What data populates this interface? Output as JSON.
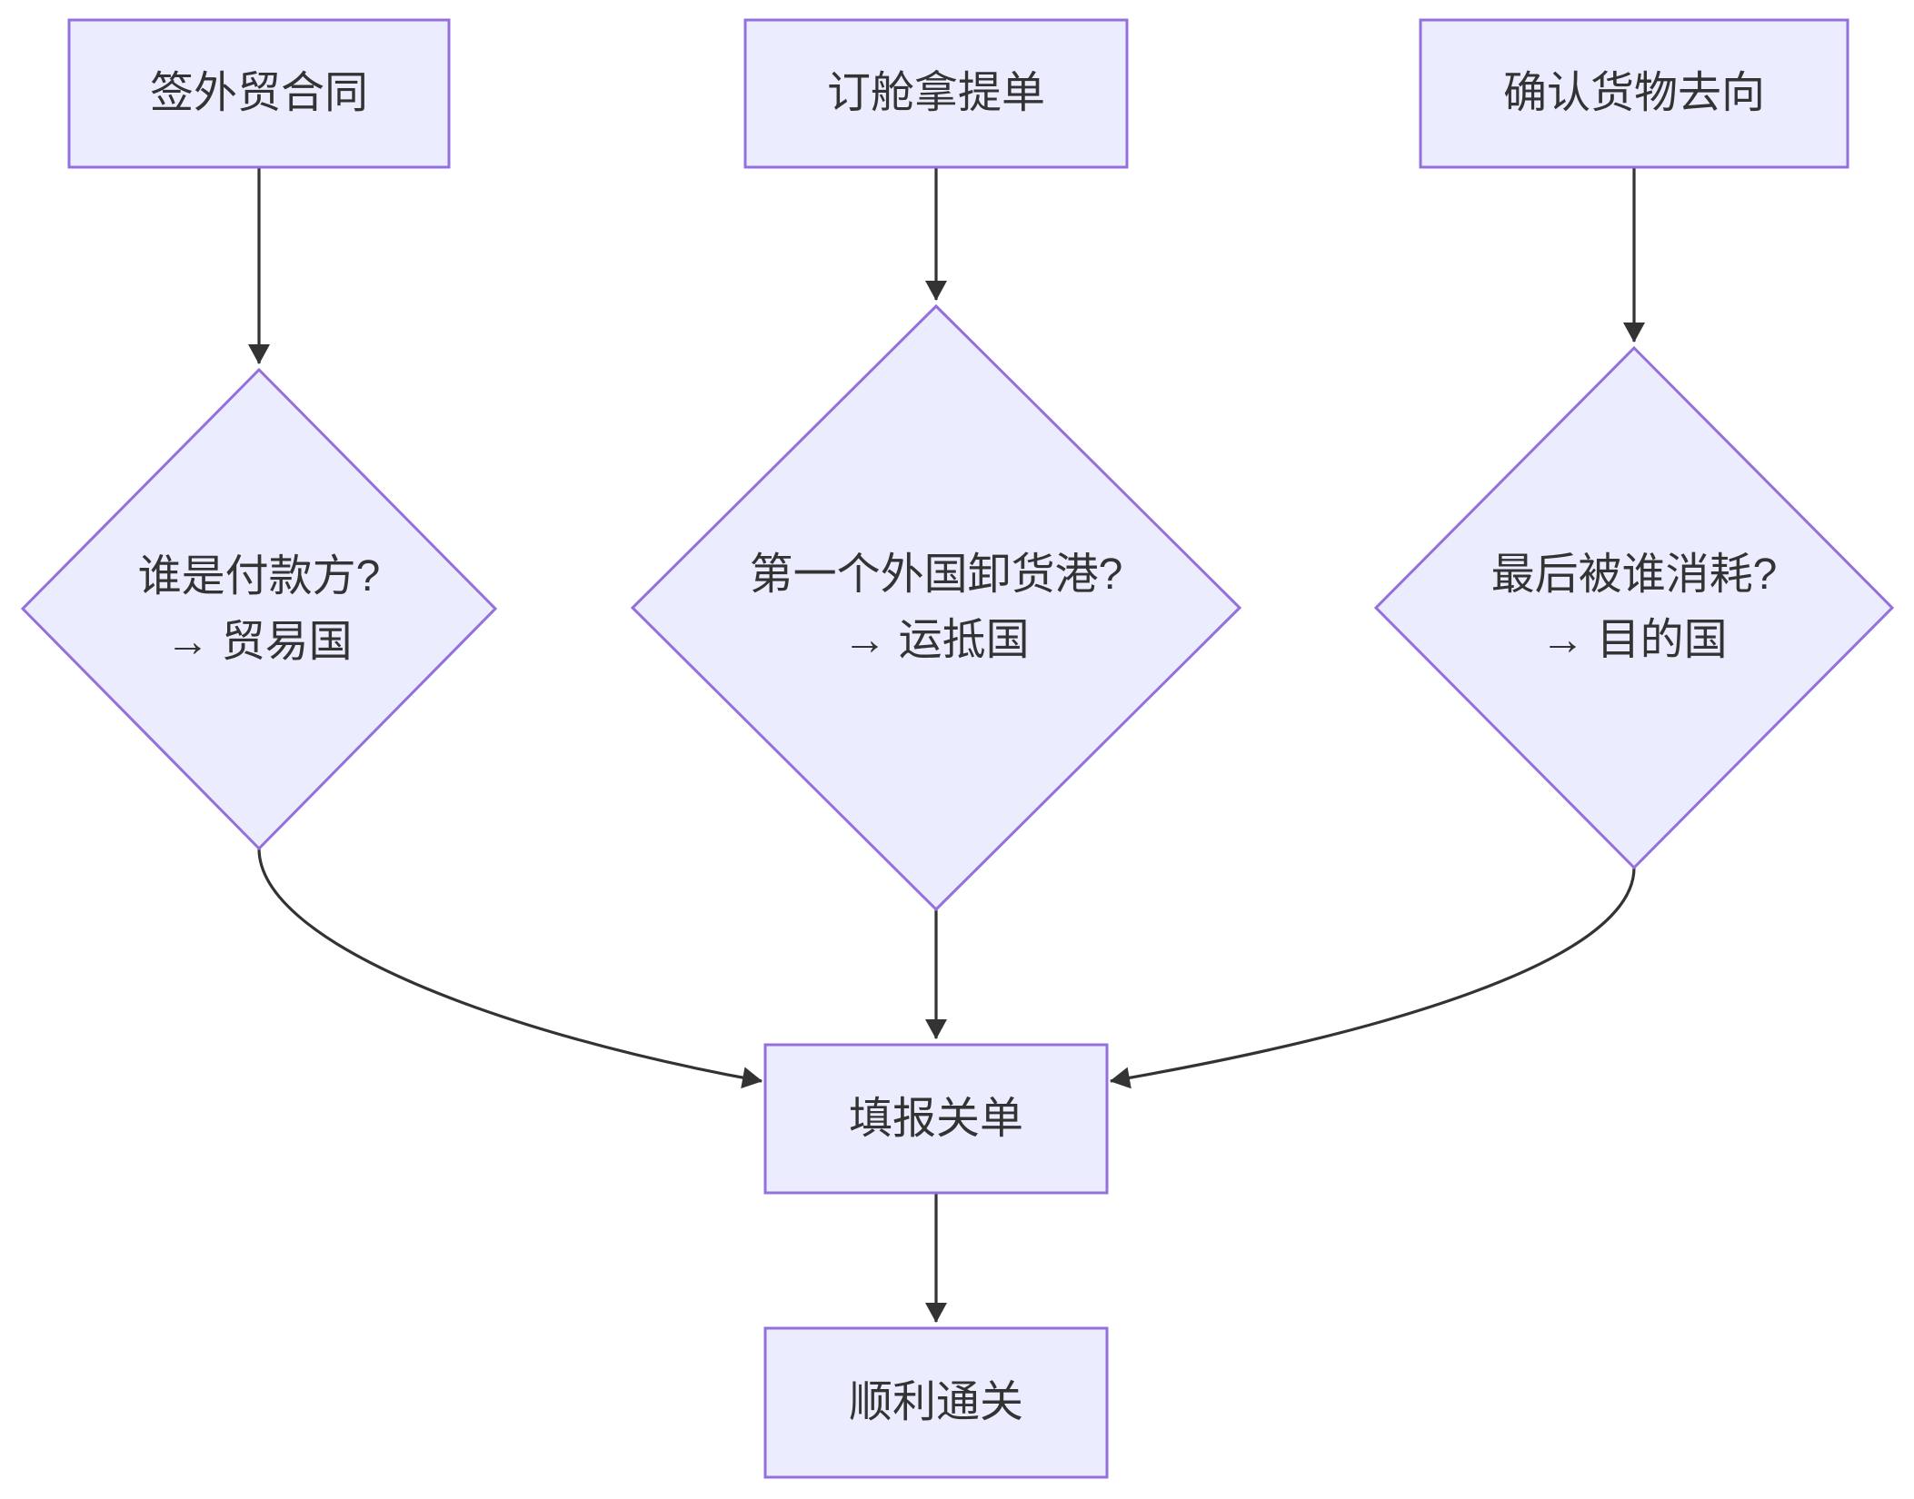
{
  "colors": {
    "background": "#FFFFFF",
    "node-fill": "#ECECFF",
    "node-border": "#9370DB",
    "edge": "#333333",
    "text": "#333333"
  },
  "flowchart": {
    "nodes": {
      "sign_contract": {
        "label": "签外贸合同"
      },
      "book_bill_of_lading": {
        "label": "订舱拿提单"
      },
      "confirm_goods_destination": {
        "label": "确认货物去向"
      },
      "payer_decision": {
        "line1": "谁是付款方?",
        "line2": "→ 贸易国"
      },
      "discharge_port_decision": {
        "line1": "第一个外国卸货港?",
        "line2": "→ 运抵国"
      },
      "final_consumer_decision": {
        "line1": "最后被谁消耗?",
        "line2": "→ 目的国"
      },
      "fill_customs_declaration": {
        "label": "填报关单"
      },
      "smooth_clearance": {
        "label": "顺利通关"
      }
    }
  }
}
